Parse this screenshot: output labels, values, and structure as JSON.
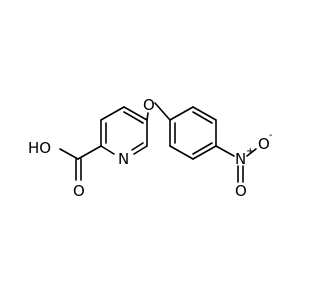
{
  "structure": {
    "atoms": {
      "oh": "HO",
      "carbonyl_o": "O",
      "ring_n": "N",
      "ether_o": "O",
      "nitro_n": "N",
      "nitro_o_right": "O",
      "nitro_o_bottom": "O"
    },
    "charges": {
      "nitro_n": "+",
      "nitro_o_right": "-"
    }
  }
}
